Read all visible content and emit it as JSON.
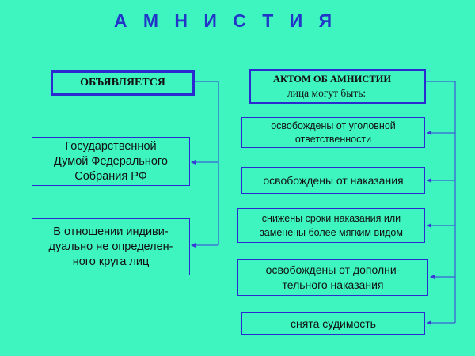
{
  "title": "А М Н И С Т И Я",
  "left": {
    "header": "ОБЪЯВЛЯЕТСЯ",
    "items": [
      "Государственной\nДумой Федерального\nСобрания РФ",
      "В отношении индиви-\nдуально  не  определен-\nного круга лиц"
    ]
  },
  "right": {
    "header_line1": "АКТОМ ОБ АМНИСТИИ",
    "header_line2": "лица  могут  быть:",
    "items": [
      "освобождены от уголовной\nответственности",
      "освобождены от наказания",
      "снижены сроки наказания или\nзаменены более мягким видом",
      "освобождены от дополни-\nтельного наказания",
      "снята судимость"
    ]
  },
  "colors": {
    "background": "#3ef5bf",
    "title": "#2136c8",
    "border": "#2a2ad0",
    "connector": "#3a3ad8"
  }
}
